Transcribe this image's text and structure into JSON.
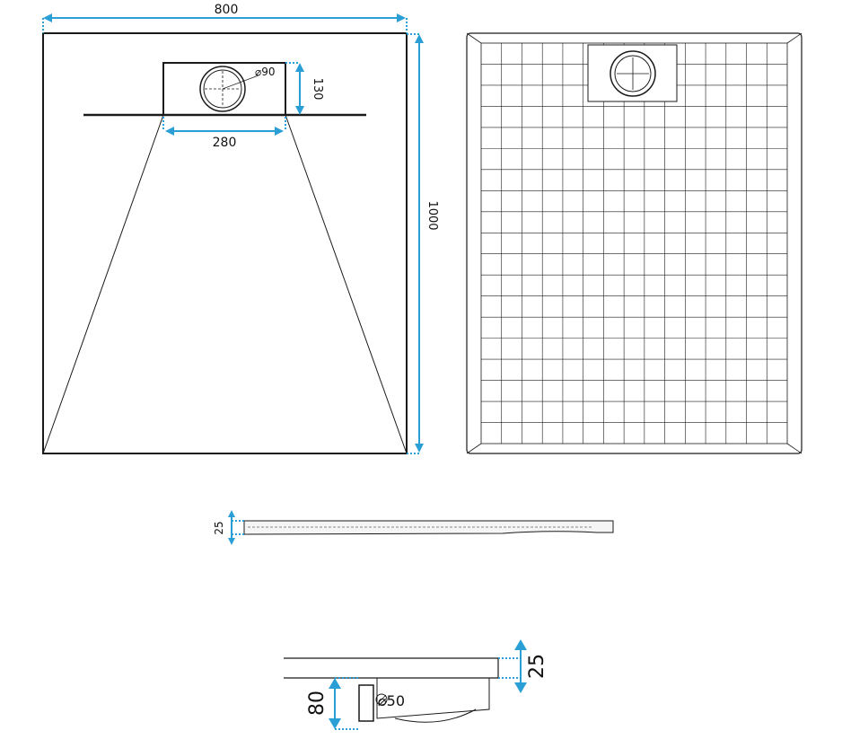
{
  "colors": {
    "dimension": "#2a9fd6",
    "line": "#1a1a1a",
    "background": "#ffffff"
  },
  "dimensions": {
    "width": "800",
    "length": "1000",
    "drain_box_width": "280",
    "drain_box_depth": "130",
    "drain_diameter": "⌀90",
    "tray_thickness": "25",
    "section_thickness": "25",
    "siphon_height": "80",
    "siphon_diameter": "⌀50"
  },
  "icons": {
    "drain": "drain-grate-icon",
    "siphon": "siphon-outlet-icon"
  }
}
